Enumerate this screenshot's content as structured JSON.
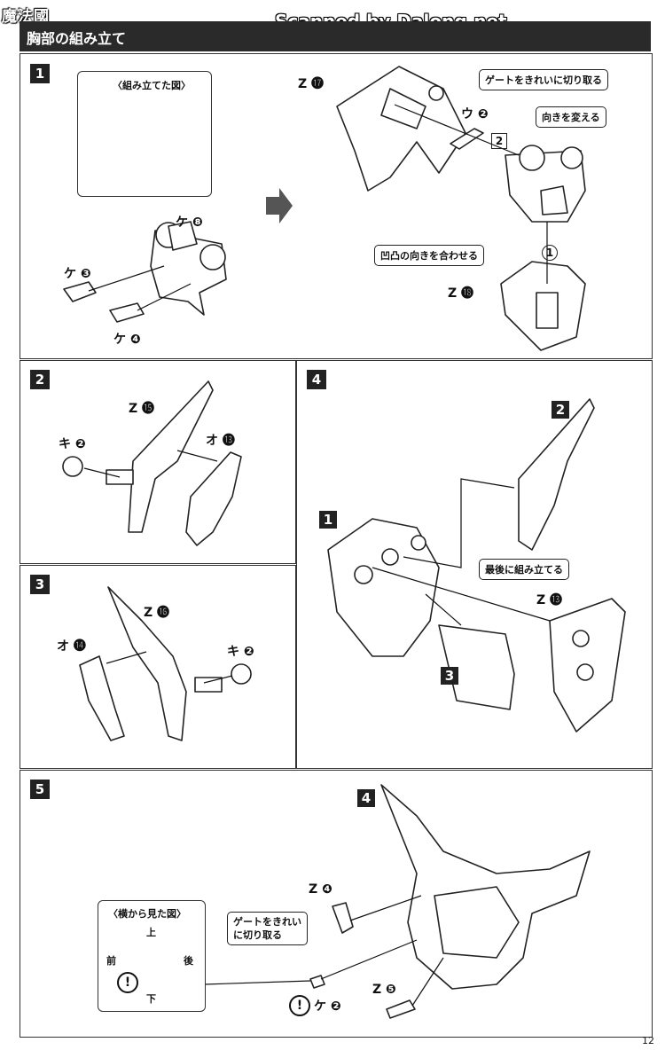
{
  "watermark": "魔法國",
  "scanner_credit": "Scanned by Dalong.net",
  "section_title": "胸部の組み立て",
  "page_number": "12",
  "step1": {
    "step": "1",
    "inset_title": "〈組み立てた図〉",
    "part_ke8": "ケ ❽",
    "part_ke3": "ケ ❸",
    "part_ke4": "ケ ❹",
    "part_z17": "Z ⓱",
    "part_u2": "ウ ❷",
    "part_z18": "Z ⓲",
    "note_gate": "ゲートをきれいに切り取る",
    "note_turn": "向きを変える",
    "note_align": "凹凸の向きを合わせる",
    "ref_1": "1",
    "ref_2": "2"
  },
  "step2": {
    "step": "2",
    "part_z15": "Z ⓯",
    "part_ki2": "キ ❷",
    "part_o13": "オ ⓭"
  },
  "step3": {
    "step": "3",
    "part_z16": "Z ⓰",
    "part_o14": "オ ⓮",
    "part_ki2": "キ ❷"
  },
  "step4": {
    "step": "4",
    "ref_2": "2",
    "ref_1": "1",
    "ref_3": "3",
    "note_last": "最後に組み立てる",
    "part_z13": "Z ⓭"
  },
  "step5": {
    "step": "5",
    "ref_4": "4",
    "inset_title": "〈横から見た図〉",
    "dir_up": "上",
    "dir_front": "前",
    "dir_back": "後",
    "dir_down": "下",
    "note_gate": "ゲートをきれい\nに切り取る",
    "part_z4": "Z ❹",
    "part_z5": "Z ❺",
    "part_ke2": "ケ ❷",
    "caution": "!"
  }
}
